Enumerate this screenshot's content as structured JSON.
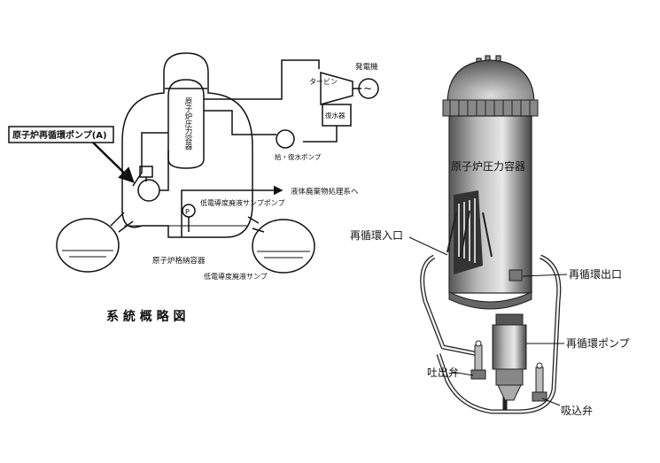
{
  "left_diagram": {
    "callout": "原子炉再循環ポンプ(A)",
    "reactor_vessel_vertical": "原子炉圧力容器",
    "turbine": "タービン",
    "generator": "発電機",
    "generator_symbol": "~",
    "condenser": "復水器",
    "feedwater_pump": "給・復水ポンプ",
    "waste_system": "液体廃棄物処理系へ",
    "sump_pump": "低電導度廃液サンプポンプ",
    "pump_symbol": "P",
    "containment": "原子炉格納容器",
    "sump": "低電導度廃液サンプ",
    "caption": "系 統 概 略 図"
  },
  "right_diagram": {
    "vessel": "原子炉圧力容器",
    "inlet": "再循環入口",
    "outlet": "再循環出口",
    "pump": "再循環ポンプ",
    "discharge_valve": "吐出弁",
    "suction_valve": "吸込弁"
  }
}
